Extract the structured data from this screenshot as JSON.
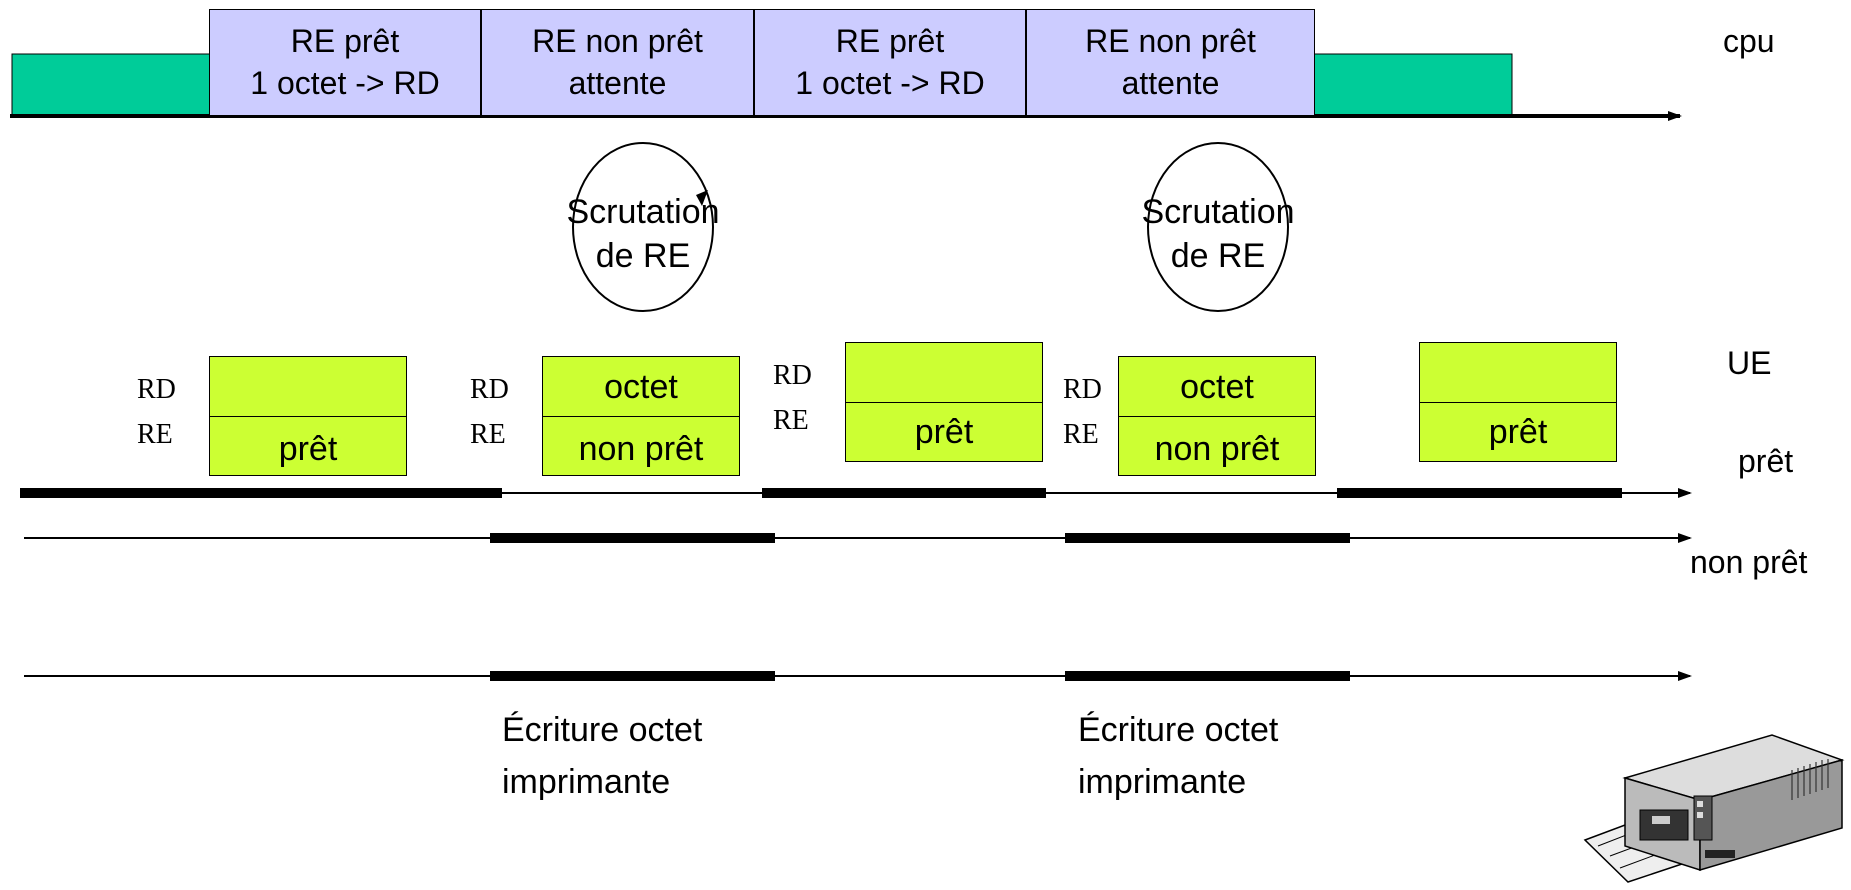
{
  "cpu": {
    "label": "cpu",
    "phases": [
      {
        "line1": "RE prêt",
        "line2": "1 octet -> RD"
      },
      {
        "line1": "RE  non prêt",
        "line2": "attente"
      },
      {
        "line1": "RE prêt",
        "line2": "1 octet -> RD"
      },
      {
        "line1": "RE  non prêt",
        "line2": "attente"
      }
    ]
  },
  "scrutation": [
    {
      "line1": "Scrutation",
      "line2": "de RE"
    },
    {
      "line1": "Scrutation",
      "line2": "de RE"
    }
  ],
  "ue": {
    "label": "UE",
    "rd_label": "RD",
    "re_label": "RE",
    "registers": [
      {
        "rd": "",
        "re": "prêt"
      },
      {
        "rd": "octet",
        "re": "non prêt"
      },
      {
        "rd": "",
        "re": "prêt"
      },
      {
        "rd": "octet",
        "re": "non prêt"
      },
      {
        "rd": "",
        "re": "prêt"
      }
    ]
  },
  "signals": {
    "pret": "prêt",
    "non_pret": "non prêt"
  },
  "printer_writes": [
    {
      "line1": "Écriture octet",
      "line2": "imprimante"
    },
    {
      "line1": "Écriture octet",
      "line2": "imprimante"
    }
  ],
  "colors": {
    "cpu_phase": "#ccccff",
    "cpu_idle": "#00cc99",
    "ue_register": "#ccff33"
  }
}
